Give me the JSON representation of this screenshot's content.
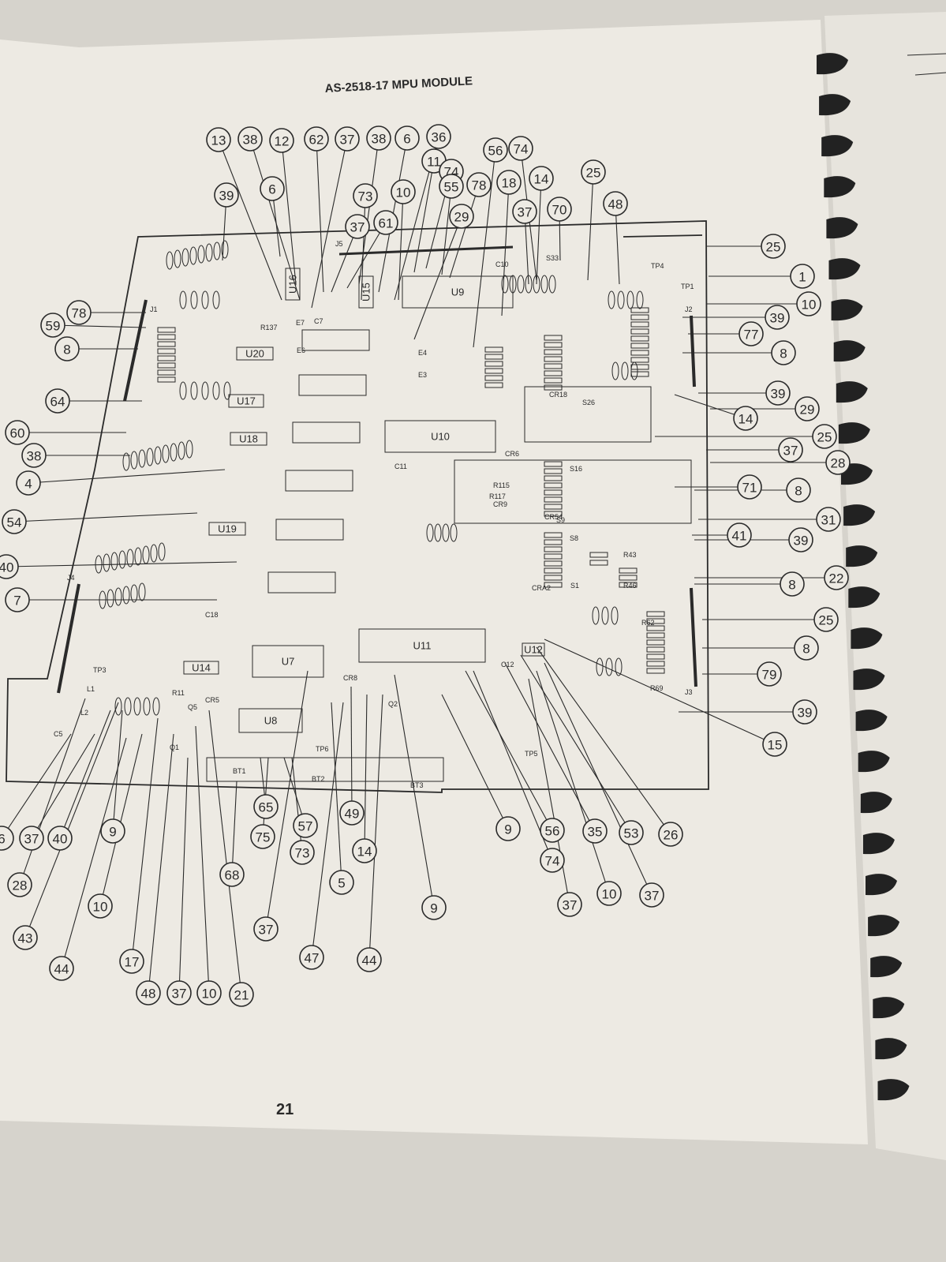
{
  "page": {
    "title": "AS-2518-17   MPU MODULE",
    "page_number": "21"
  },
  "ics": [
    {
      "id": "U20",
      "label": "U20"
    },
    {
      "id": "U17",
      "label": "U17"
    },
    {
      "id": "U18",
      "label": "U18"
    },
    {
      "id": "U19",
      "label": "U19"
    },
    {
      "id": "U14",
      "label": "U14"
    },
    {
      "id": "U16",
      "label": "U16"
    },
    {
      "id": "U15",
      "label": "U15"
    },
    {
      "id": "U9",
      "label": "U9"
    },
    {
      "id": "U10",
      "label": "U10"
    },
    {
      "id": "U7",
      "label": "U7"
    },
    {
      "id": "U8",
      "label": "U8"
    },
    {
      "id": "U11",
      "label": "U11"
    },
    {
      "id": "U12",
      "label": "U12"
    }
  ],
  "component_labels": {
    "j1": "J1",
    "j4": "J4",
    "j3": "J3",
    "j5": "J5",
    "j2": "J2",
    "cr6": "CR6",
    "c11": "C11",
    "c7": "C7",
    "c18": "C18",
    "c10": "C10",
    "c12": "C12",
    "r137": "R137",
    "e7": "E7",
    "e6": "E6",
    "e4": "E4",
    "e3": "E3",
    "tp1": "TP1",
    "tp4": "TP4",
    "tp3": "TP3",
    "tp5": "TP5",
    "tp6": "TP6",
    "s33": "S33",
    "s26": "S26",
    "s16": "S16",
    "s9": "S9",
    "s8": "S8",
    "s1": "S1",
    "l1": "L1",
    "l2": "L2",
    "r11": "R11",
    "q5": "Q5",
    "q1": "Q1",
    "q2": "Q2",
    "cr8": "CR8",
    "c5": "C5",
    "bt1": "BT1",
    "bt2": "BT2",
    "bt3": "BT3",
    "cr5": "CR5",
    "cra2": "CRA2",
    "cr54": "CR54",
    "cr18": "CR18",
    "cr9": "CR9",
    "r115": "R115",
    "r117": "R117",
    "r62": "R62",
    "r69": "R69",
    "r43": "R43",
    "r46": "R46"
  },
  "callouts_top": [
    "13",
    "38",
    "12",
    "62",
    "37",
    "38",
    "6",
    "36",
    "39",
    "6",
    "11",
    "74",
    "56",
    "74",
    "55",
    "78",
    "18",
    "14",
    "25",
    "73",
    "10",
    "37",
    "61",
    "29",
    "37",
    "70",
    "48"
  ],
  "callouts_right": [
    "25",
    "1",
    "10",
    "39",
    "77",
    "8",
    "39",
    "29",
    "14",
    "25",
    "37",
    "28",
    "8",
    "71",
    "31",
    "39",
    "41",
    "22",
    "8",
    "25",
    "8",
    "79",
    "39",
    "15"
  ],
  "callouts_left": [
    "78",
    "59",
    "8",
    "64",
    "60",
    "38",
    "4",
    "54",
    "40",
    "7"
  ],
  "callouts_bottom": [
    "6",
    "37",
    "40",
    "9",
    "28",
    "10",
    "43",
    "44",
    "17",
    "48",
    "37",
    "10",
    "21",
    "68",
    "65",
    "75",
    "57",
    "73",
    "37",
    "47",
    "49",
    "14",
    "5",
    "44",
    "9",
    "9",
    "56",
    "74",
    "35",
    "53",
    "26",
    "37",
    "10",
    "37"
  ]
}
